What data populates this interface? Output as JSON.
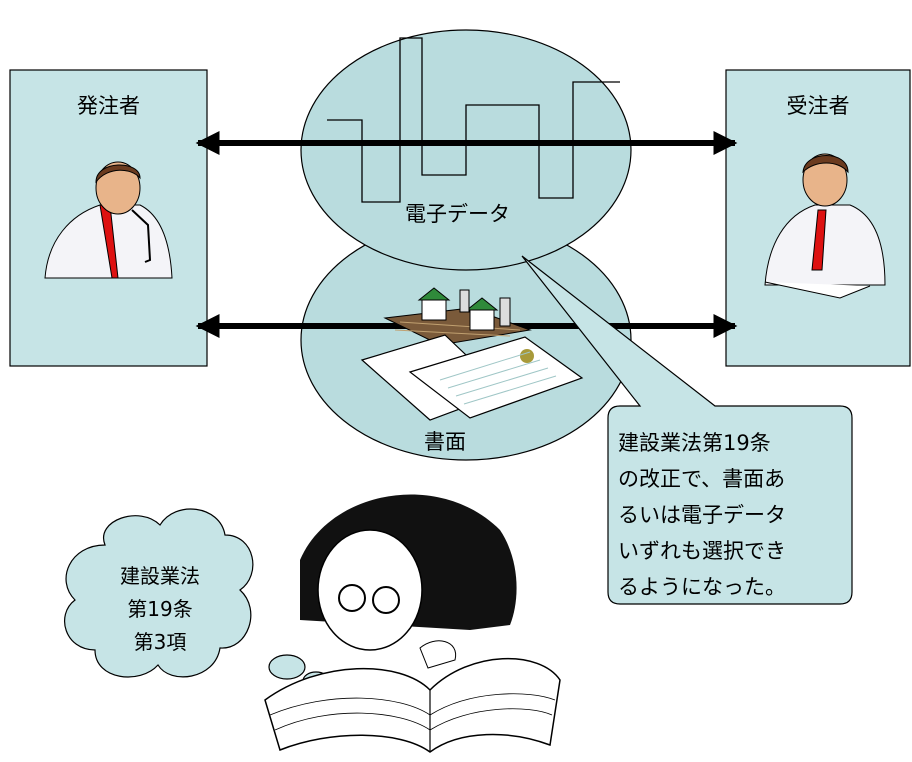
{
  "diagram": {
    "orderer": {
      "label": "発注者"
    },
    "contractor": {
      "label": "受注者"
    },
    "electronic": {
      "label": "電子データ"
    },
    "paper": {
      "label": "書面"
    },
    "callout": {
      "lines": [
        "建設業法第19条",
        "の改正で、書面あ",
        "るいは電子データ",
        "いずれも選択でき",
        "るようになった。"
      ]
    },
    "thought_bubble": {
      "lines": [
        "建設業法",
        "第19条",
        "第3項"
      ]
    }
  },
  "colors": {
    "box_fill": "#c6e4e6",
    "ellipse_fill": "#b9dcde",
    "callout_fill": "#c6e4e6",
    "outline": "#000000",
    "arrow": "#000000"
  }
}
